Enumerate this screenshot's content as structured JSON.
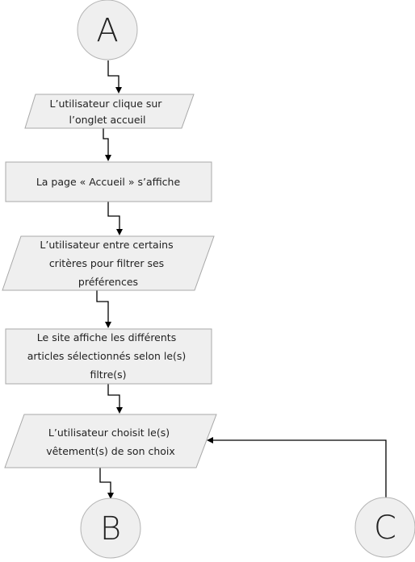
{
  "connectors": {
    "start": "A",
    "end": "B",
    "loop": "C"
  },
  "steps": [
    {
      "shape": "parallelogram",
      "lines": [
        "L’utilisateur clique sur",
        "l’onglet accueil"
      ]
    },
    {
      "shape": "rectangle",
      "lines": [
        "La page « Accueil » s’affiche"
      ]
    },
    {
      "shape": "parallelogram",
      "lines": [
        "L’utilisateur entre certains",
        "critères pour filtrer ses",
        "préférences"
      ]
    },
    {
      "shape": "rectangle",
      "lines": [
        "Le site affiche les différents",
        "articles sélectionnés selon le(s)",
        "filtre(s)"
      ]
    },
    {
      "shape": "parallelogram",
      "lines": [
        "L’utilisateur choisit le(s)",
        "vêtement(s) de son choix"
      ]
    }
  ]
}
